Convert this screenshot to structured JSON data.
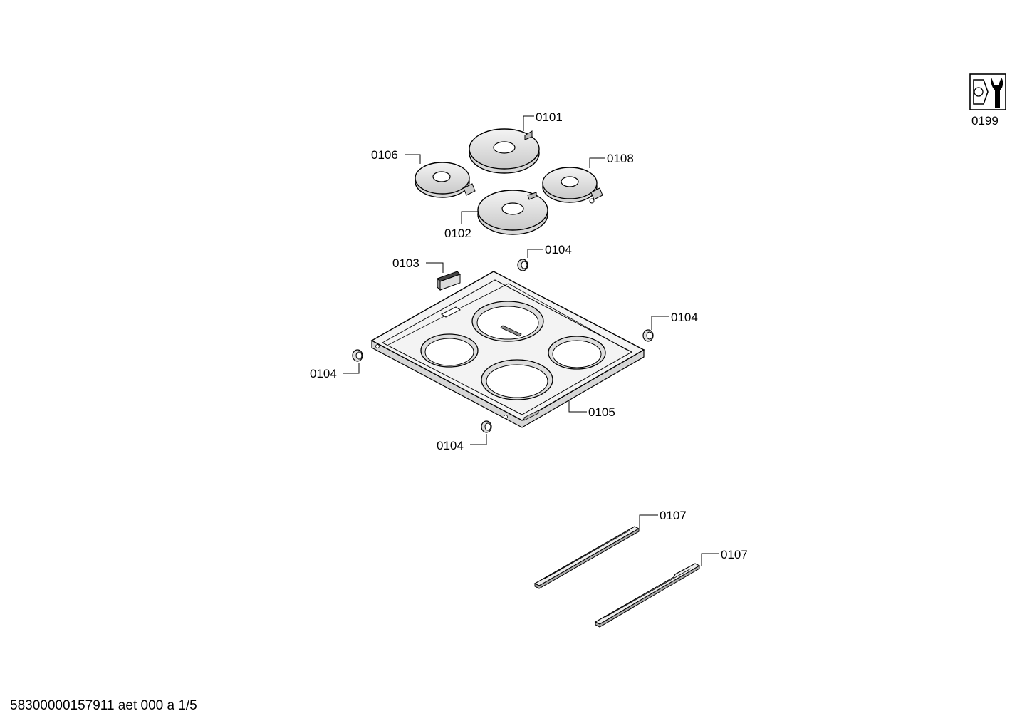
{
  "labels": {
    "p0101": "0101",
    "p0106": "0106",
    "p0108": "0108",
    "p0102": "0102",
    "p0103": "0103",
    "p0104_top": "0104",
    "p0104_right": "0104",
    "p0104_left": "0104",
    "p0104_bottom": "0104",
    "p0105": "0105",
    "p0107_a": "0107",
    "p0107_b": "0107",
    "p0199": "0199"
  },
  "footer": {
    "doc_id": "58300000157911 aet 000 a 1/5"
  },
  "icons": {
    "tool_icon": "nut-wrench-icon"
  }
}
